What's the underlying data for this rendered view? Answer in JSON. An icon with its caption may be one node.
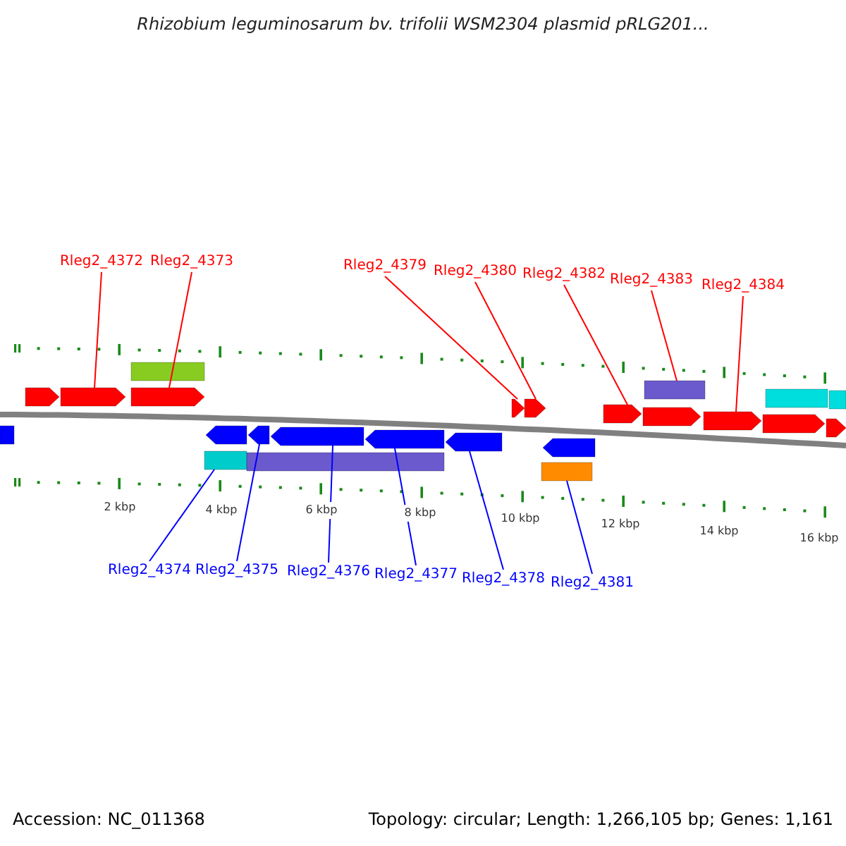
{
  "diagram": {
    "title": "Rhizobium leguminosarum bv. trifolii WSM2304 plasmid pRLG201...",
    "nodes": [
      {
        "text": [
          "Rleg2_4372"
        ]
      },
      {
        "text": [
          "Rleg2_4373"
        ]
      },
      {
        "text": [
          "Rleg2_4379"
        ]
      },
      {
        "text": [
          "Rleg2_4380"
        ]
      },
      {
        "text": [
          "Rleg2_4382"
        ]
      },
      {
        "text": [
          "Rleg2_4383"
        ]
      },
      {
        "text": [
          "Rleg2_4384"
        ]
      },
      {
        "text": [
          "Rleg2_4374"
        ]
      },
      {
        "text": [
          "Rleg2_4375"
        ]
      },
      {
        "text": [
          "Rleg2_4376"
        ]
      },
      {
        "text": [
          "Rleg2_4377"
        ]
      },
      {
        "text": [
          "Rleg2_4378"
        ]
      },
      {
        "text": [
          "Rleg2_4381"
        ]
      },
      {
        "text": [],
        "shape": "box"
      },
      {
        "text": [],
        "shape": "arrow"
      },
      {
        "text": [],
        "shape": "arrow"
      },
      {
        "text": [],
        "shape": "bar"
      },
      {
        "text": [],
        "shape": "arrow"
      },
      {
        "text": [],
        "shape": "bar"
      },
      {
        "text": [],
        "shape": "arrow"
      },
      {
        "text": [],
        "shape": "bar"
      },
      {
        "text": [],
        "shape": "arrow"
      },
      {
        "text": [],
        "shape": "arrow"
      },
      {
        "text": [],
        "shape": "arrow"
      },
      {
        "text": [],
        "shape": "arrow"
      },
      {
        "text": [],
        "shape": "arrow"
      },
      {
        "text": [],
        "shape": "arrow"
      },
      {
        "text": [],
        "shape": "bar"
      },
      {
        "text": [],
        "shape": "arrow"
      },
      {
        "text": [],
        "shape": "arrow"
      },
      {
        "text": [],
        "shape": "arrow"
      },
      {
        "text": [],
        "shape": "bar"
      },
      {
        "text": [],
        "shape": "arrow"
      },
      {
        "text": [],
        "shape": "arrow"
      },
      {
        "text": [],
        "shape": "bar"
      },
      {
        "text": [],
        "shape": "arrow"
      },
      {
        "text": [],
        "shape": "bar"
      }
    ],
    "edges": [
      {
        "from": 0,
        "to": 15,
        "arrow": "none"
      },
      {
        "from": 1,
        "to": 17,
        "arrow": "none"
      },
      {
        "from": 2,
        "to": 25,
        "arrow": "none"
      },
      {
        "from": 3,
        "to": 26,
        "arrow": "none"
      },
      {
        "from": 4,
        "to": 29,
        "arrow": "none"
      },
      {
        "from": 5,
        "to": 31,
        "arrow": "none"
      },
      {
        "from": 6,
        "to": 32,
        "arrow": "none"
      },
      {
        "from": 7,
        "to": 18,
        "arrow": "none",
        "color": "#0000ff"
      },
      {
        "from": 8,
        "to": 21,
        "arrow": "none",
        "color": "#0000ff"
      },
      {
        "from": 9,
        "to": 22,
        "arrow": "none",
        "color": "#0000ff"
      },
      {
        "from": 10,
        "to": 23,
        "arrow": "none",
        "color": "#0000ff"
      },
      {
        "from": 11,
        "to": 24,
        "arrow": "none",
        "color": "#0000ff"
      },
      {
        "from": 12,
        "to": 27,
        "arrow": "none",
        "color": "#0000ff"
      }
    ],
    "labels": [
      "2 kbp",
      "4 kbp",
      "6 kbp",
      "8 kbp",
      "10 kbp",
      "12 kbp",
      "14 kbp",
      "16 kbp",
      "Accession: NC_011368",
      "Topology: circular; Length: 1,266,105 bp; Genes: 1,161"
    ]
  }
}
